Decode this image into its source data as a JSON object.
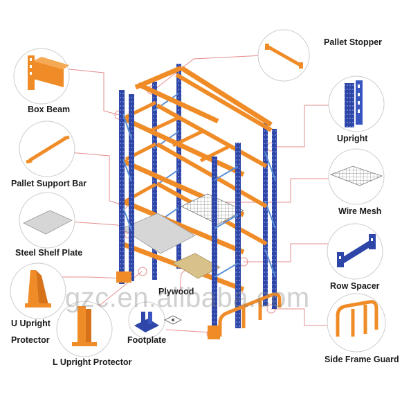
{
  "labels": {
    "pallet_stopper": "Pallet Stopper",
    "box_beam": "Box Beam",
    "upright": "Upright",
    "pallet_support_bar": "Pallet Support Bar",
    "wire_mesh": "Wire Mesh",
    "steel_shelf_plate": "Steel Shelf Plate",
    "row_spacer": "Row Spacer",
    "plywood": "Plywood",
    "u_upright_protector_line1": "U Upright",
    "u_upright_protector_line2": "Protector",
    "footplate": "Footplate",
    "l_upright_protector": "L Upright Protector",
    "side_frame_guard": "Side Frame Guard"
  },
  "watermark": "gzc.en.alibaba.com",
  "colors": {
    "upright_blue": "#2d46a8",
    "beam_orange": "#f08c28",
    "leader_line": "#e58c8c",
    "circle_outline": "#cccccc"
  }
}
